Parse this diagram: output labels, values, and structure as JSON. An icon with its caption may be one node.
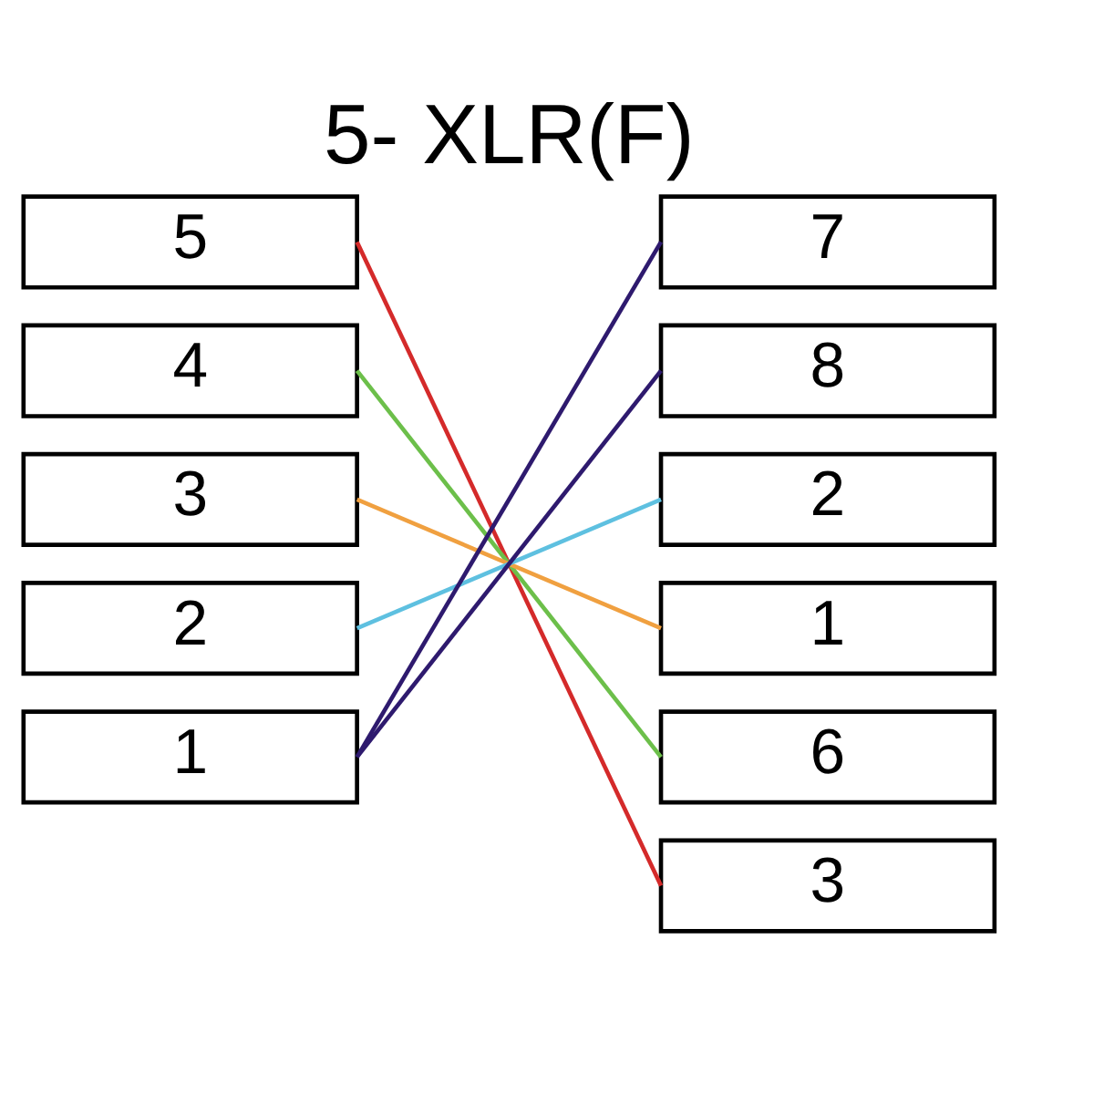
{
  "diagram": {
    "title": "5- XLR(F)",
    "nodes": [
      {
        "text": [
          "5"
        ]
      },
      {
        "text": [
          "4"
        ]
      },
      {
        "text": [
          "3"
        ]
      },
      {
        "text": [
          "2"
        ]
      },
      {
        "text": [
          "1"
        ]
      },
      {
        "text": [
          "7"
        ]
      },
      {
        "text": [
          "8"
        ]
      },
      {
        "text": [
          "2"
        ]
      },
      {
        "text": [
          "1"
        ]
      },
      {
        "text": [
          "6"
        ]
      },
      {
        "text": [
          "3"
        ]
      }
    ],
    "edges": [
      {
        "from": 0,
        "to": 10,
        "arrow": "none",
        "color": "#d42a2a"
      },
      {
        "from": 1,
        "to": 9,
        "arrow": "none",
        "color": "#6cbf4a"
      },
      {
        "from": 2,
        "to": 8,
        "arrow": "none",
        "color": "#f0a040"
      },
      {
        "from": 3,
        "to": 7,
        "arrow": "none",
        "color": "#5ec0e0"
      },
      {
        "from": 4,
        "to": 6,
        "arrow": "none",
        "color": "#2e1a6e"
      },
      {
        "from": 4,
        "to": 5,
        "arrow": "none",
        "color": "#2e1a6e"
      }
    ]
  }
}
